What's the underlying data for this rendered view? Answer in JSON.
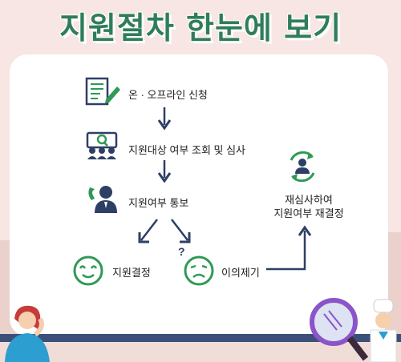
{
  "title": "지원절차 한눈에 보기",
  "steps": {
    "apply": "온 · 오프라인 신청",
    "review": "지원대상 여부 조회 및 심사",
    "notify": "지원여부 통보",
    "decision": "지원결정",
    "objection": "이의제기",
    "reexam_line1": "재심사하여",
    "reexam_line2": "지원여부 재결정"
  },
  "question_mark": "?",
  "colors": {
    "title_green": "#2f7d5a",
    "arrow_navy": "#2e3f66",
    "icon_green": "#2e9a55",
    "icon_navy": "#2e3f66",
    "background_pink": "#f7e6e3"
  }
}
